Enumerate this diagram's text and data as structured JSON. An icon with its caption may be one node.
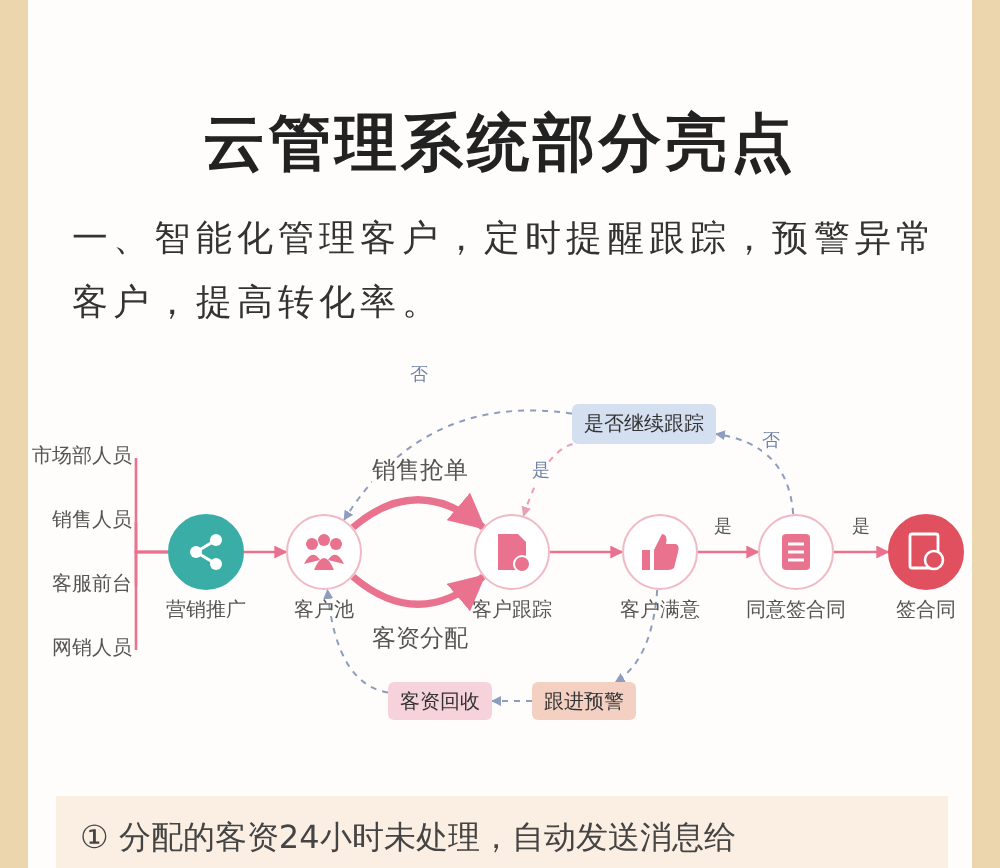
{
  "diagram": {
    "title": "云管理系统部分亮点",
    "nodes": [
      {
        "text": [
          "市场部人员"
        ]
      },
      {
        "text": [
          "销售人员"
        ]
      },
      {
        "text": [
          "客服前台"
        ]
      },
      {
        "text": [
          "网销人员"
        ]
      },
      {
        "text": [
          "营销推广"
        ]
      },
      {
        "text": [
          "客户池"
        ]
      },
      {
        "text": [
          "客户跟踪"
        ]
      },
      {
        "text": [
          "客户满意"
        ]
      },
      {
        "text": [
          "同意签合同"
        ]
      },
      {
        "text": [
          "签合同"
        ]
      },
      {
        "text": [
          "是否继续跟踪"
        ]
      },
      {
        "text": [
          "客资回收"
        ]
      },
      {
        "text": [
          "跟进预警"
        ]
      }
    ],
    "edges": [
      {
        "from": 0,
        "to": 4,
        "arrow": "none"
      },
      {
        "from": 1,
        "to": 4,
        "arrow": "none"
      },
      {
        "from": 2,
        "to": 4,
        "arrow": "none"
      },
      {
        "from": 3,
        "to": 4,
        "arrow": "none"
      },
      {
        "from": 4,
        "to": 5,
        "arrow": "to"
      },
      {
        "from": 5,
        "to": 6,
        "arrow": "to",
        "label": "销售抢单",
        "style": "thick"
      },
      {
        "from": 5,
        "to": 6,
        "arrow": "to",
        "label": "客资分配",
        "style": "thick"
      },
      {
        "from": 6,
        "to": 7,
        "arrow": "to"
      },
      {
        "from": 7,
        "to": 8,
        "arrow": "to",
        "label": "是"
      },
      {
        "from": 8,
        "to": 9,
        "arrow": "to",
        "label": "是"
      },
      {
        "from": 8,
        "to": 10,
        "arrow": "to",
        "label": "否",
        "style": "dashed",
        "color": "#8d9dbd"
      },
      {
        "from": 10,
        "to": 6,
        "arrow": "to",
        "label": "是",
        "style": "dashed",
        "color": "#e9a0b4"
      },
      {
        "from": 10,
        "to": 5,
        "arrow": "to",
        "label": "否",
        "style": "dashed",
        "color": "#8d9dbd"
      },
      {
        "from": 7,
        "to": 12,
        "arrow": "to",
        "style": "dashed",
        "color": "#8d9dbd"
      },
      {
        "from": 12,
        "to": 11,
        "arrow": "to",
        "style": "dashed",
        "color": "#8d9dbd"
      },
      {
        "from": 11,
        "to": 5,
        "arrow": "to",
        "style": "dashed",
        "color": "#8d9dbd"
      }
    ],
    "labels": [
      "一、智能化管理客户，定时提醒跟踪，预警异常客户，提高转化率。",
      "① 分配的客资24小时未处理，自动发送消息给"
    ]
  }
}
